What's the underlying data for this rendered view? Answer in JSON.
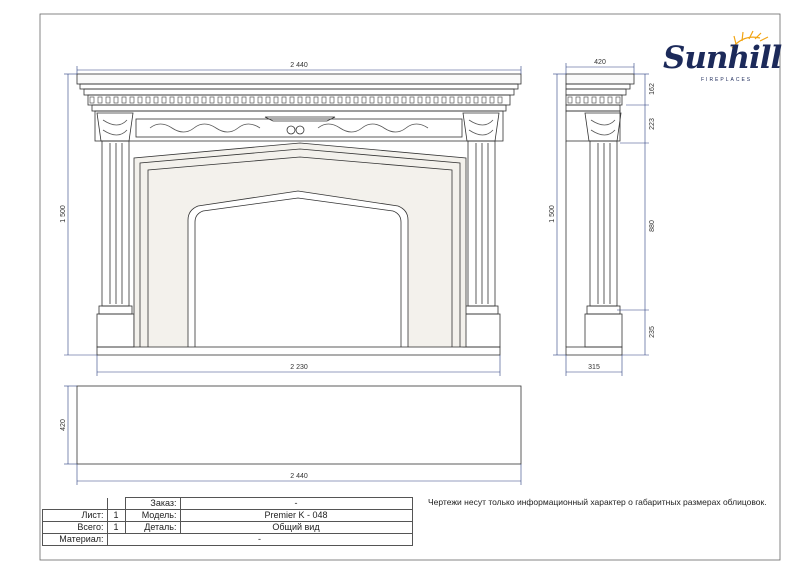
{
  "dimensions": {
    "front_width_top": "2 440",
    "front_width_bottom": "2 230",
    "front_height": "1 500",
    "side_width_top": "420",
    "side_height": "1 500",
    "side_seg_1": "162",
    "side_seg_2": "223",
    "side_seg_3": "880",
    "side_seg_4": "235",
    "side_depth_bottom": "315",
    "plan_height": "420",
    "plan_width": "2 440"
  },
  "logo": {
    "word": "Sunhill",
    "sub": "FIREPLACES"
  },
  "note": "Чертежи несут только информационный характер о габаритных размерах облицовок.",
  "title_block": {
    "order_label": "Заказ:",
    "order_value": "-",
    "sheet_label": "Лист:",
    "sheet_value": "1",
    "model_label": "Модель:",
    "model_value": "Premier K - 048",
    "total_label": "Всего:",
    "total_value": "1",
    "detail_label": "Деталь:",
    "detail_value": "Общий вид",
    "material_label": "Материал:",
    "material_value": "-"
  },
  "colors": {
    "line": "#333333",
    "dim": "#2a3f80",
    "marble": "#f3f1ec",
    "logo": "#1c2a5a",
    "sun": "#f2a413"
  }
}
